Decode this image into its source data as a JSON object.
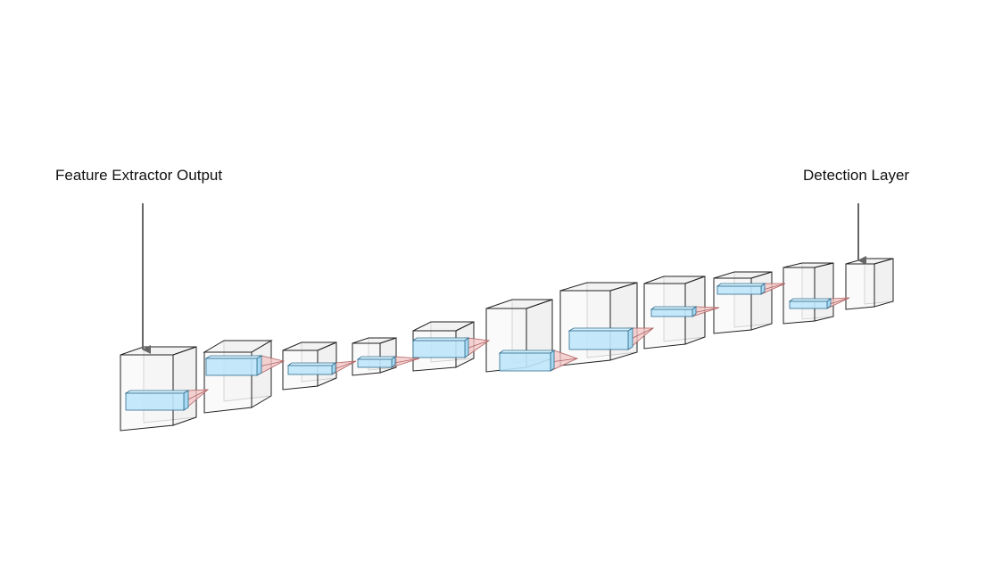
{
  "annotations": {
    "left_label": "Feature Extractor Output",
    "right_label": "Detection Layer"
  },
  "colors": {
    "cube_fill": "#f5f5f5",
    "cube_edge": "#222222",
    "bar_fill": "#bfe6fb",
    "bar_edge": "#2f6f8f",
    "connector_fill": "#f2c4c4",
    "connector_edge": "#b06060",
    "arrow": "#666666"
  },
  "layers": [
    {
      "name": "layer-1"
    },
    {
      "name": "layer-2"
    },
    {
      "name": "layer-3"
    },
    {
      "name": "layer-4"
    },
    {
      "name": "layer-5"
    },
    {
      "name": "layer-6"
    },
    {
      "name": "layer-7"
    },
    {
      "name": "layer-8"
    },
    {
      "name": "layer-9"
    },
    {
      "name": "layer-10"
    },
    {
      "name": "layer-11"
    }
  ]
}
